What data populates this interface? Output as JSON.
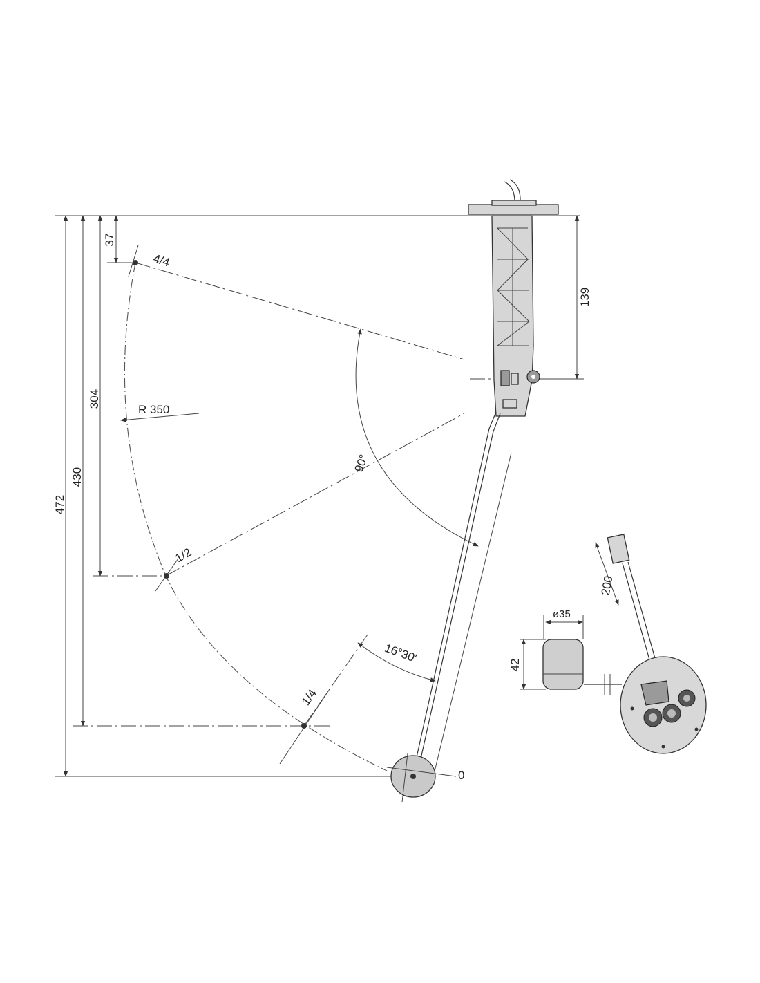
{
  "dimensions": {
    "total_height": "472",
    "arm_height": "430",
    "half_height": "304",
    "top_offset": "37",
    "flange_to_pivot": "139",
    "radius": "R 350",
    "sweep_angle": "90°",
    "rest_angle": "16°30′"
  },
  "levels": {
    "full": "4/4",
    "half": "1/2",
    "quarter": "1/4",
    "empty": "0"
  },
  "detail": {
    "diameter": "ø35",
    "float_height": "42",
    "cable_length": "200"
  }
}
